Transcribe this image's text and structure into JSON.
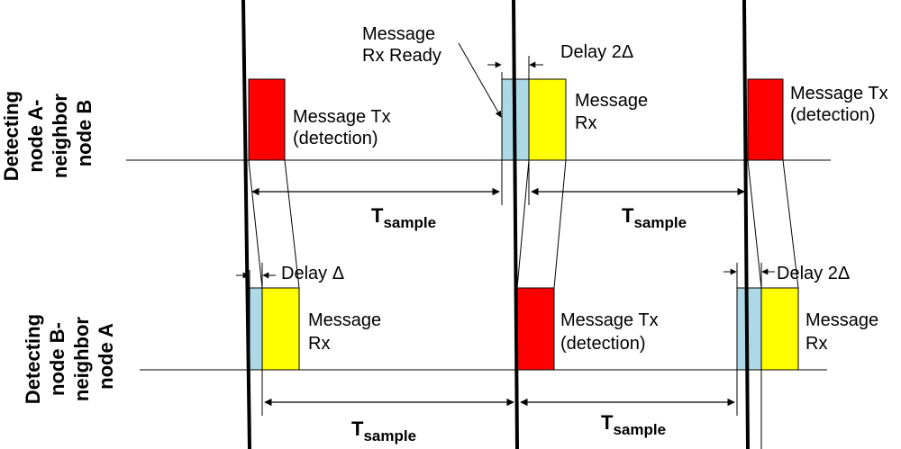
{
  "rows": {
    "top_label": [
      "Detecting",
      "node A-",
      "neighbor",
      "node B"
    ],
    "bottom_label": [
      "Detecting",
      "node B-",
      "neighbor",
      "node A"
    ]
  },
  "labels": {
    "message_tx": "Message Tx",
    "detection": "(detection)",
    "message": "Message",
    "rx": "Rx",
    "rx_ready_1": "Message",
    "rx_ready_2": "Rx Ready",
    "delay_2": "Delay 2Δ",
    "delay_1": "Delay Δ",
    "t": "T",
    "sample": "sample"
  },
  "colors": {
    "tx_block": "#ff0000",
    "rx_block": "#ffff00",
    "ready_block": "#add8e6"
  }
}
